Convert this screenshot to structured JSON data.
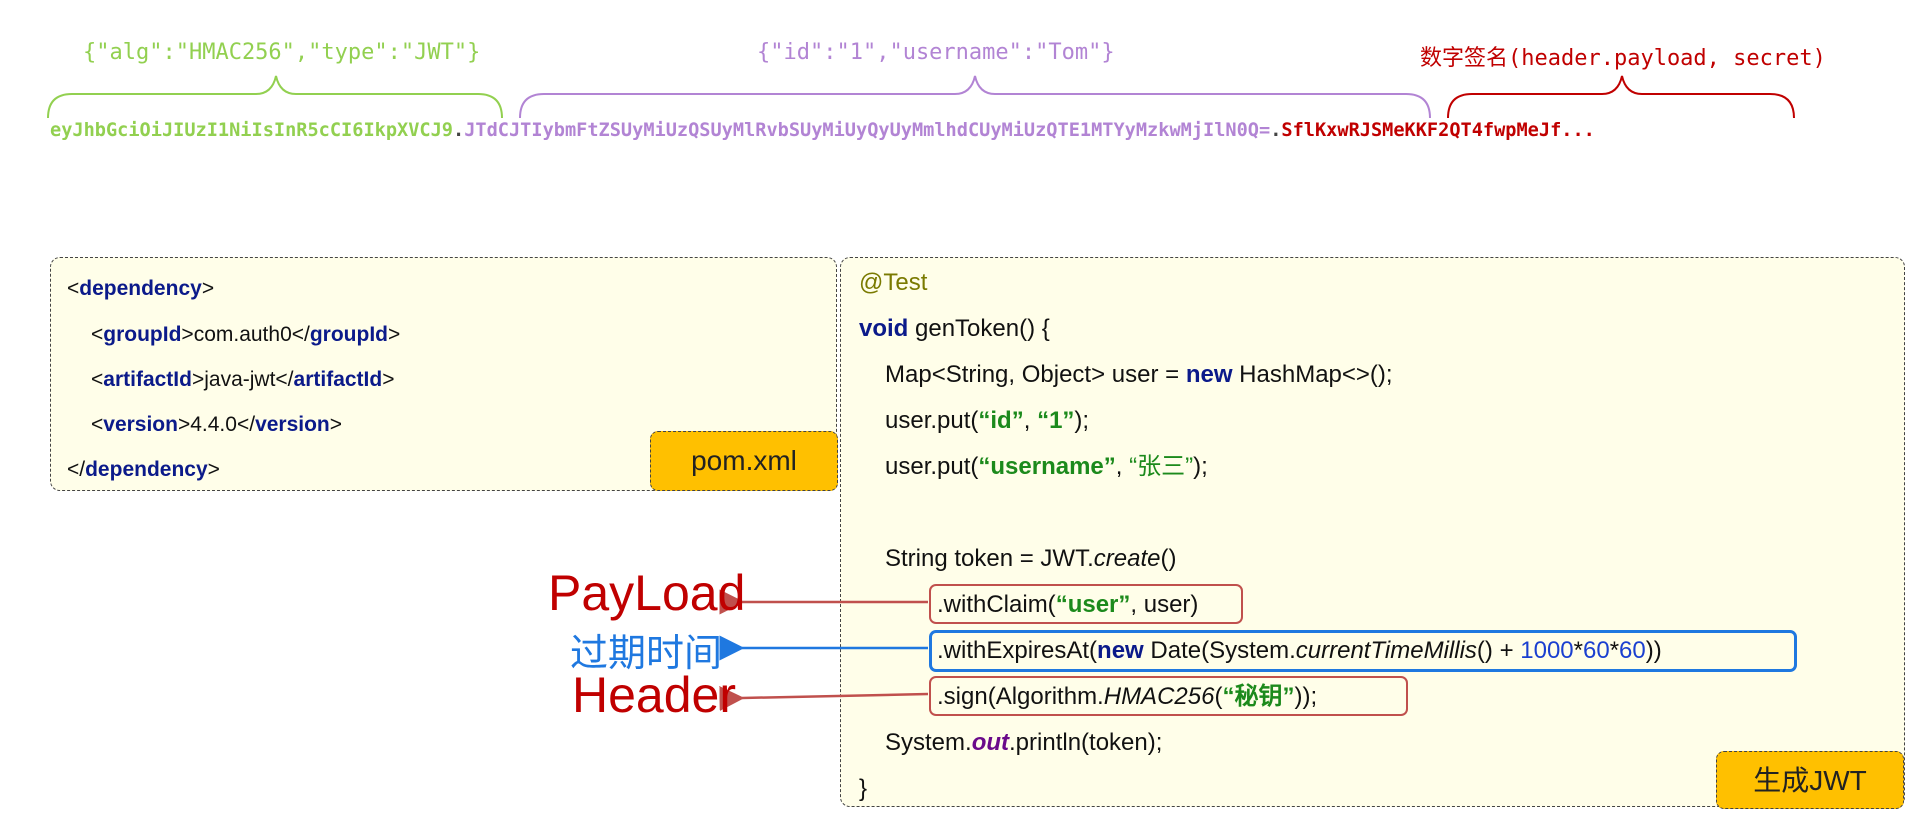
{
  "jwt_top": {
    "header_json": "{\"alg\":\"HMAC256\",\"type\":\"JWT\"}",
    "payload_json": "{\"id\":\"1\",\"username\":\"Tom\"}",
    "signature_label": "数字签名(header.payload, secret)",
    "header_token": "eyJhbGciOiJIUzI1NiIsInR5cCI6IkpXVCJ9",
    "dot1": ".",
    "payload_token": "JTdCJTIybmFtZSUyMiUzQSUyMlRvbSUyMiUyQyUyMmlhdCUyMiUzQTE1MTYyMzkwMjIlN0Q=",
    "dot2": ".",
    "signature_token": "SflKxwRJSMeKKF2QT4fwpMeJf..."
  },
  "colors": {
    "header": "#92d050",
    "payload": "#b284d4",
    "signature": "#c00000",
    "expire": "#1f78e0",
    "badge": "#ffc000"
  },
  "pom": {
    "badge": "pom.xml",
    "dep_open": "dependency",
    "group_tag": "groupId",
    "group_val": "com.auth0",
    "artifact_tag": "artifactId",
    "artifact_val": "java-jwt",
    "version_tag": "version",
    "version_val": "4.4.0",
    "dep_close": "dependency"
  },
  "code": {
    "badge": "生成JWT",
    "annotation": "@Test",
    "void_kw": "void",
    "method": " genToken() {",
    "map_decl": "Map<String, Object> user = ",
    "new_kw": "new",
    "hashmap": " HashMap<>();",
    "put1_prefix": "user.put(",
    "put1_k": "“id”",
    "put1_sep": ", ",
    "put1_v": "“1”",
    "put1_end": ");",
    "put2_prefix": "user.put(",
    "put2_k": "“username”",
    "put2_sep": ", ",
    "put2_v": "“张三”",
    "put2_end": ");",
    "token_decl": "String token = JWT.",
    "create": "create",
    "create_end": "()",
    "claim_prefix": ".withClaim(",
    "claim_k": "“user”",
    "claim_end": ", user)",
    "exp_prefix": ".withExpiresAt(",
    "exp_new": "new",
    "exp_date": " Date(System.",
    "exp_millis": "currentTimeMillis",
    "exp_plus": "() + ",
    "n1000": "1000",
    "mul1": "*",
    "n60a": "60",
    "mul2": "*",
    "n60b": "60",
    "exp_end": "))",
    "sign_prefix": ".sign(Algorithm.",
    "sign_alg": "HMAC256",
    "sign_open": "(",
    "sign_k": "“秘钥”",
    "sign_end": "));",
    "print_prefix": "System.",
    "print_out": "out",
    "print_end": ".println(token);",
    "close_brace": "}"
  },
  "side_labels": {
    "payload": "PayLoad",
    "expire": "过期时间",
    "header": "Header"
  }
}
